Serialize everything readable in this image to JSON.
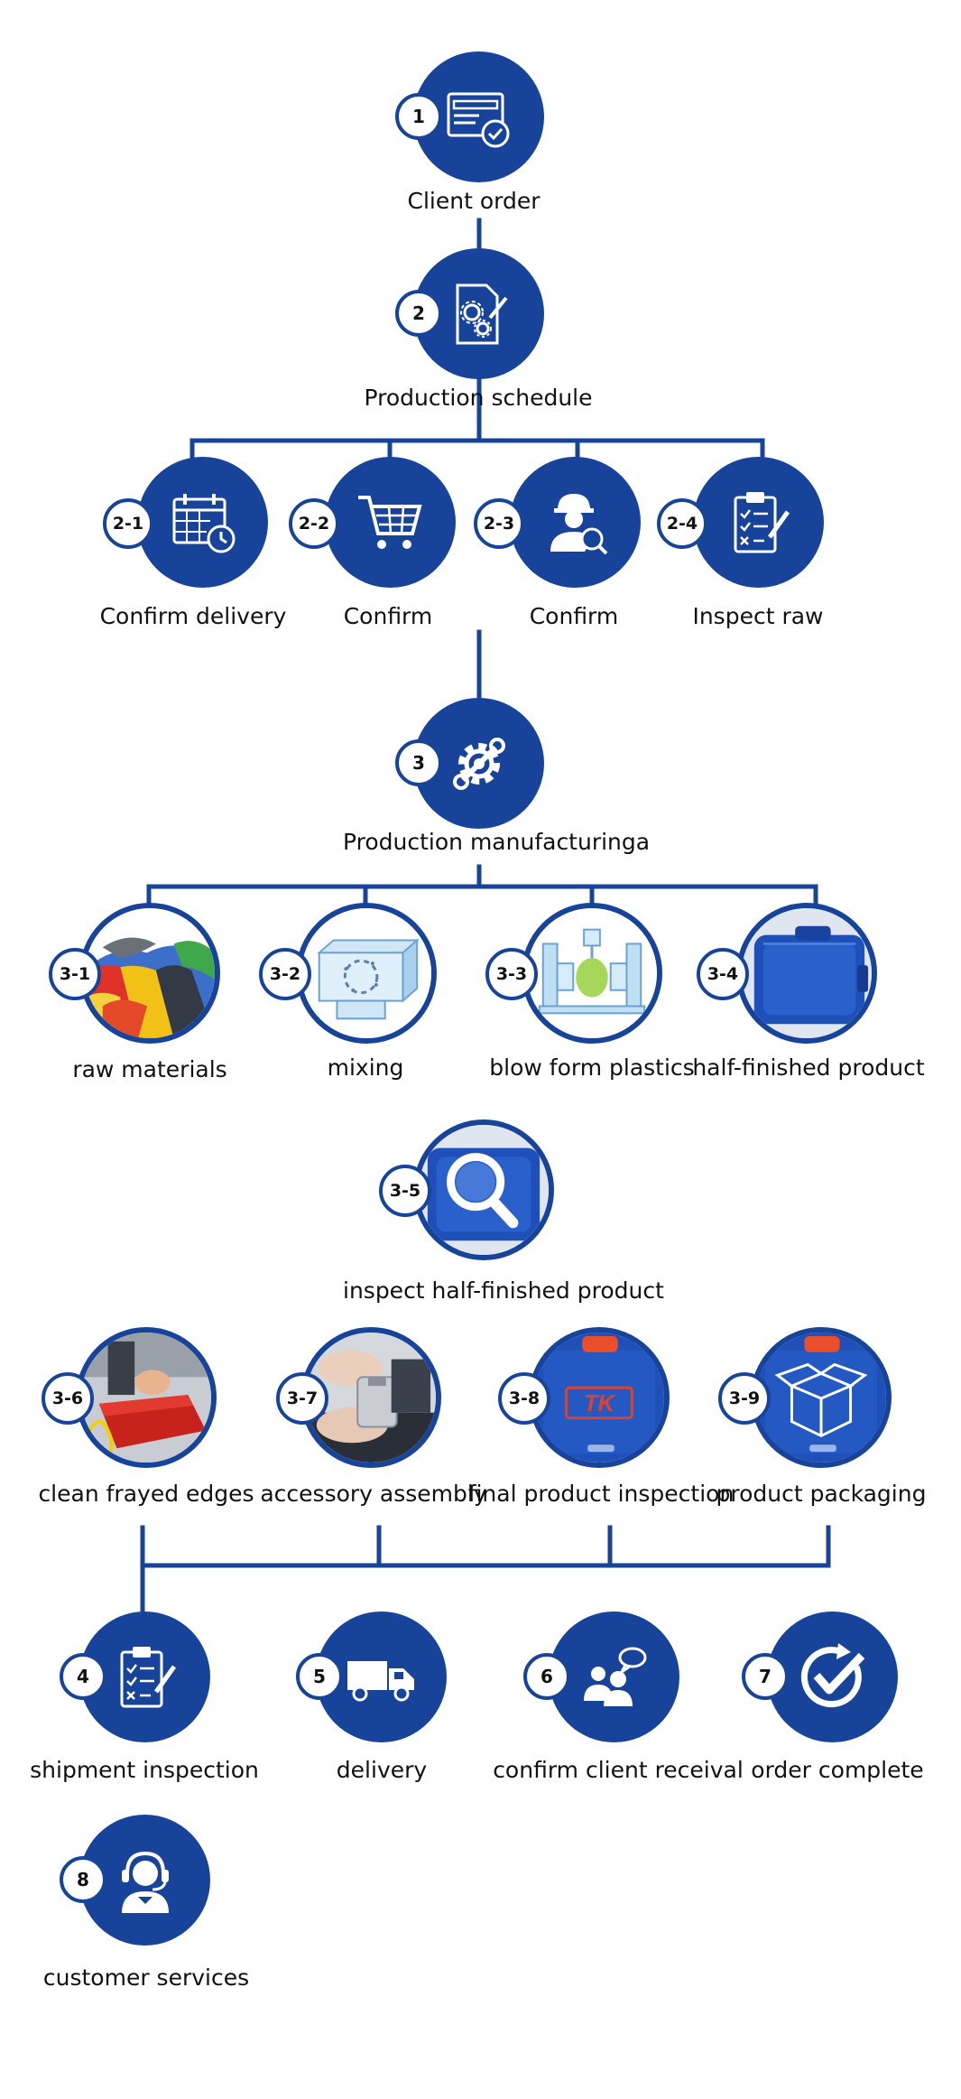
{
  "colors": {
    "primary": "#17449a",
    "badge_bg": "#ffffff",
    "line": "#17449a"
  },
  "steps": [
    {
      "id": "s1",
      "number": "1",
      "label": "Client order",
      "icon": "order-document-icon"
    },
    {
      "id": "s2",
      "number": "2",
      "label": "Production schedule",
      "icon": "schedule-gears-icon"
    },
    {
      "id": "s21",
      "number": "2-1",
      "label": "Confirm delivery",
      "icon": "calendar-icon"
    },
    {
      "id": "s22",
      "number": "2-2",
      "label": "Confirm",
      "icon": "shopping-cart-icon"
    },
    {
      "id": "s23",
      "number": "2-3",
      "label": "Confirm",
      "icon": "worker-search-icon"
    },
    {
      "id": "s24",
      "number": "2-4",
      "label": "Inspect raw",
      "icon": "clipboard-checklist-icon"
    },
    {
      "id": "s3",
      "number": "3",
      "label": "Production manufacturinga",
      "icon": "gear-wrench-icon"
    },
    {
      "id": "s31",
      "number": "3-1",
      "label": "raw materials",
      "icon": "raw-materials-photo"
    },
    {
      "id": "s32",
      "number": "3-2",
      "label": "mixing",
      "icon": "mixing-photo"
    },
    {
      "id": "s33",
      "number": "3-3",
      "label": "blow form plastics",
      "icon": "blow-molding-photo"
    },
    {
      "id": "s34",
      "number": "3-4",
      "label": "half-finished product",
      "icon": "blue-case-photo"
    },
    {
      "id": "s35",
      "number": "3-5",
      "label": "inspect half-finished product",
      "icon": "magnifier-case-photo"
    },
    {
      "id": "s36",
      "number": "3-6",
      "label": "clean frayed edges",
      "icon": "cleaning-photo"
    },
    {
      "id": "s37",
      "number": "3-7",
      "label": "accessory assembly",
      "icon": "assembly-photo"
    },
    {
      "id": "s38",
      "number": "3-8",
      "label": "final product inspection",
      "icon": "tk-case-photo"
    },
    {
      "id": "s39",
      "number": "3-9",
      "label": "product packaging",
      "icon": "packaging-photo"
    },
    {
      "id": "s4",
      "number": "4",
      "label": "shipment inspection",
      "icon": "clipboard-checklist-icon"
    },
    {
      "id": "s5",
      "number": "5",
      "label": "delivery",
      "icon": "truck-icon"
    },
    {
      "id": "s6",
      "number": "6",
      "label": "confirm client receival",
      "icon": "people-chat-icon"
    },
    {
      "id": "s7",
      "number": "7",
      "label": "order complete",
      "icon": "check-circle-icon"
    },
    {
      "id": "s8",
      "number": "8",
      "label": "customer services",
      "icon": "headset-agent-icon"
    }
  ],
  "tk_logo": "TK"
}
